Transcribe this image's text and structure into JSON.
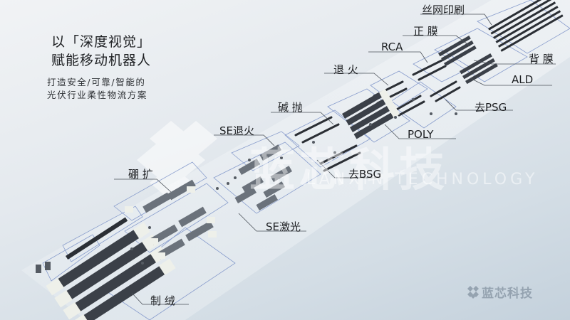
{
  "headline": {
    "line1": "以「深度视觉」",
    "line2": "赋能移动机器人"
  },
  "subtitle": {
    "line1": "打造安全/可靠/智能的",
    "line2": "光伏行业柔性物流方案"
  },
  "process_labels": [
    {
      "id": "screen-printing",
      "text": "丝网印刷"
    },
    {
      "id": "front-film",
      "text": "正 膜"
    },
    {
      "id": "back-film",
      "text": "背 膜"
    },
    {
      "id": "rca",
      "text": "RCA"
    },
    {
      "id": "ald",
      "text": "ALD"
    },
    {
      "id": "annealing",
      "text": "退 火"
    },
    {
      "id": "remove-psg",
      "text": "去PSG"
    },
    {
      "id": "alkali-polish",
      "text": "碱 抛"
    },
    {
      "id": "poly",
      "text": "POLY"
    },
    {
      "id": "se-annealing",
      "text": "SE退火"
    },
    {
      "id": "remove-bsg",
      "text": "去BSG"
    },
    {
      "id": "boron-diffusion",
      "text": "硼 扩"
    },
    {
      "id": "se-laser",
      "text": "SE激光"
    },
    {
      "id": "texturing",
      "text": "制 绒"
    }
  ],
  "watermark": {
    "cn": "蓝芯科技",
    "en": "LANXIN TECHNOLOGY"
  },
  "brand": {
    "name": "蓝芯科技",
    "icon": "lanxin-logo-icon"
  },
  "colors": {
    "background": "#dfe6ec",
    "text": "#1d1f22",
    "leader_line": "#4a5058",
    "zone_outline": "#7f95c9",
    "machine_dark": "#3b4048",
    "machine_light": "#eef0ea"
  }
}
